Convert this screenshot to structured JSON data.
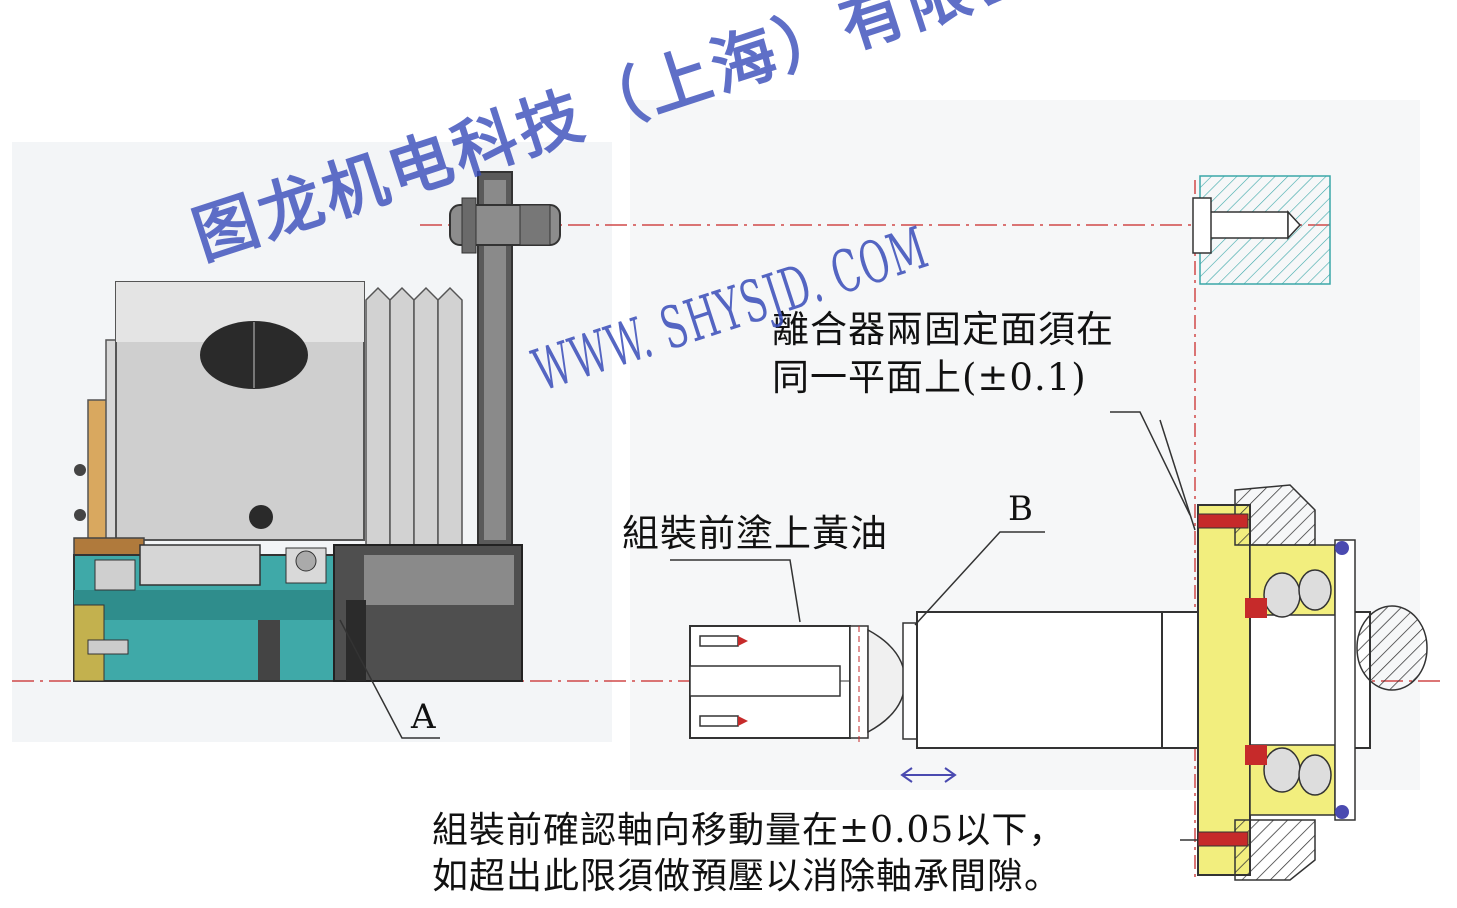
{
  "watermark": {
    "company": "图龙机电科技（上海）有限公司",
    "website": "WWW. SHYSJD. COM"
  },
  "annotations": {
    "face_alignment_line1": "離合器兩固定面須在",
    "face_alignment_line2": "同一平面上(±0.1)",
    "grease_note": "組裝前塗上黃油",
    "axial_line1": "組裝前確認軸向移動量在±0.05以下，",
    "axial_line2": "如超出此限須做預壓以消除軸承間隙。",
    "label_a": "A",
    "label_b": "B"
  },
  "colors": {
    "teal": "#3fa9a8",
    "yellow": "#f2ee7e",
    "brown": "#b07a3c",
    "red": "#c62a2a",
    "gray": "#c9c9c9",
    "dark": "#4a4a4a",
    "centerline": "#d04848",
    "watermark": "#3a4bb9"
  }
}
